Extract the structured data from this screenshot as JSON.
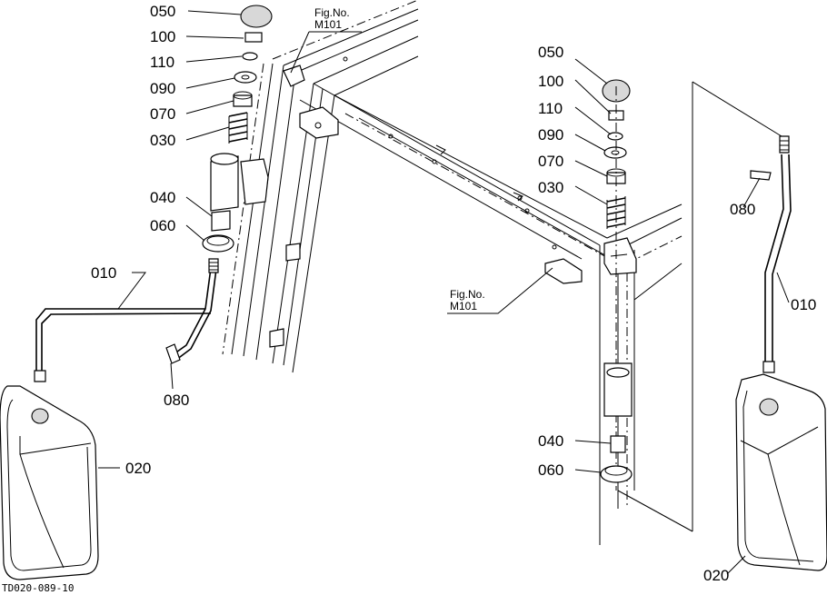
{
  "diagram_code": "TD020-089-10",
  "left_assembly": {
    "labels": {
      "l050": "050",
      "l100": "100",
      "l110": "110",
      "l090": "090",
      "l070": "070",
      "l030": "030",
      "l040": "040",
      "l060": "060",
      "l010": "010",
      "l080": "080",
      "l020": "020"
    },
    "fig_ref": {
      "line1": "Fig.No.",
      "line2": "M101"
    }
  },
  "right_assembly": {
    "labels": {
      "r050": "050",
      "r100": "100",
      "r110": "110",
      "r090": "090",
      "r070": "070",
      "r030": "030",
      "r040": "040",
      "r060": "060",
      "r080": "080",
      "r010": "010",
      "r020": "020"
    },
    "fig_ref": {
      "line1": "Fig.No.",
      "line2": "M101"
    }
  }
}
